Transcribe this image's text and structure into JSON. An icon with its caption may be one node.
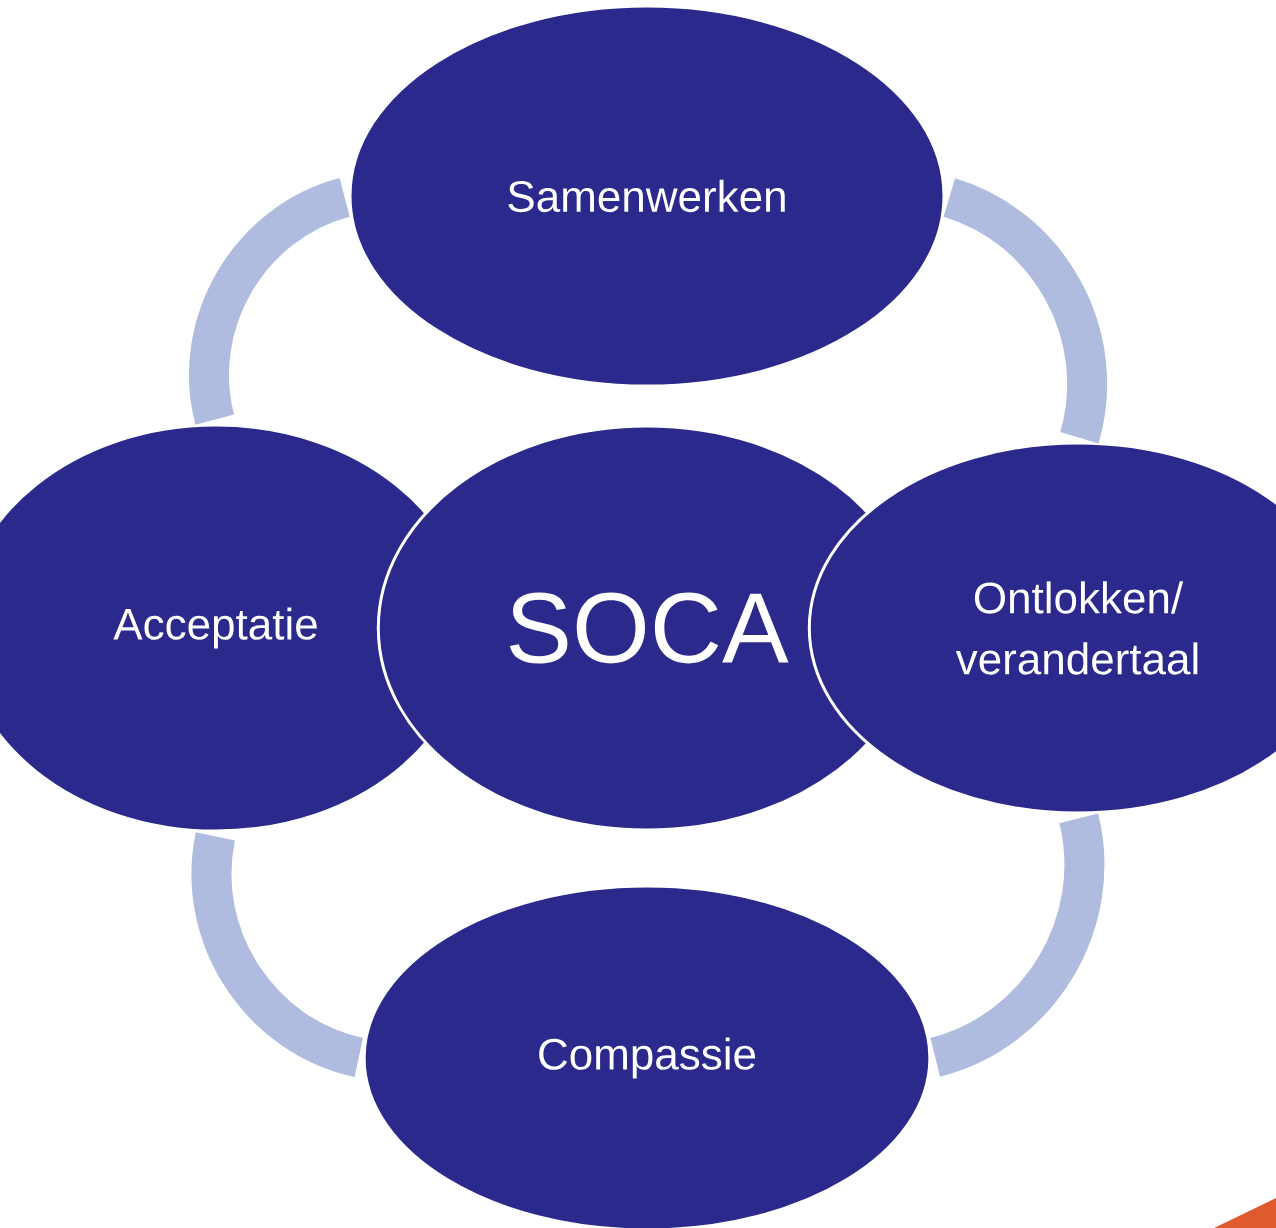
{
  "diagram": {
    "nodes": [
      {
        "text": [
          "Samenwerken"
        ]
      },
      {
        "text": [
          "Acceptatie"
        ]
      },
      {
        "text": [
          "SOCA"
        ]
      },
      {
        "text": [
          "Ontlokken/ verandertaal"
        ]
      },
      {
        "text": [
          "Compassie"
        ]
      }
    ],
    "edges": [
      {
        "from": 0,
        "to": 3,
        "arrow": "none"
      },
      {
        "from": 3,
        "to": 4,
        "arrow": "none"
      },
      {
        "from": 4,
        "to": 1,
        "arrow": "none"
      },
      {
        "from": 1,
        "to": 0,
        "arrow": "none"
      }
    ]
  }
}
